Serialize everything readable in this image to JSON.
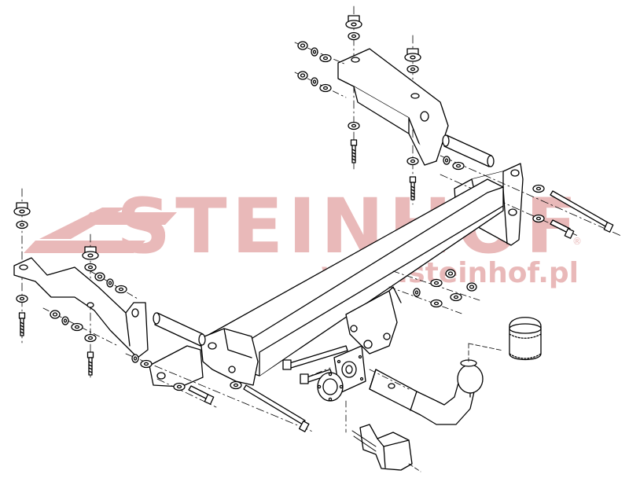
{
  "watermark": {
    "brand": "STEINHOF",
    "url": "www.steinhof.pl",
    "registered": "®",
    "color": "#e9b9b9"
  },
  "drawing": {
    "line_color": "#000000",
    "fill_color": "#ffffff",
    "parts": [
      "top-right-bracket",
      "left-bracket",
      "cross-beam",
      "mounting-plates",
      "tow-ball-neck",
      "tow-ball",
      "ball-cover-cap",
      "socket-plate",
      "electrical-socket",
      "bolts",
      "nuts",
      "washers",
      "spacer-tubes"
    ]
  }
}
